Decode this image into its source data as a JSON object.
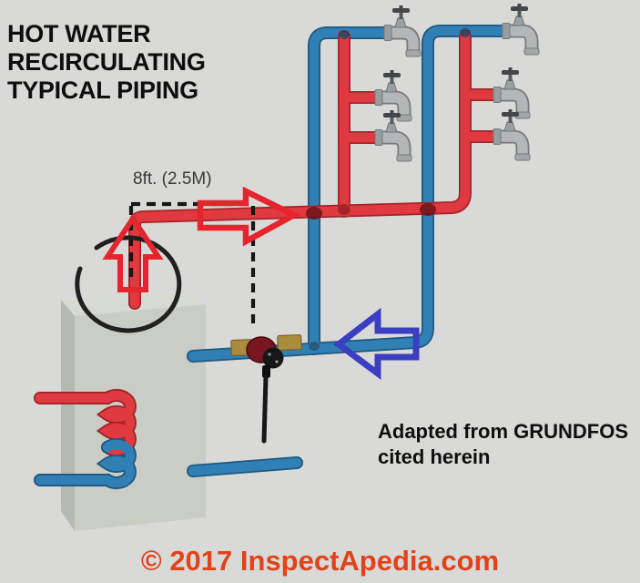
{
  "title": {
    "line1": "HOT WATER",
    "line2": "RECIRCULATING",
    "line3": "TYPICAL PIPING"
  },
  "annotations": {
    "distance_label": "8ft. (2.5M)",
    "attribution_line1": "Adapted from GRUNDFOS",
    "attribution_line2": "cited herein",
    "copyright": "© 2017 InspectApedia.com"
  },
  "colors": {
    "background": "#d9dad7",
    "hot_water_pipe": "#e03a40",
    "cold_water_pipe": "#3180b5",
    "hot_flow_arrow": "#e5242e",
    "return_flow_arrow": "#3a3ec0",
    "dashed_dimension_line": "#161616",
    "copyright_text": "#e2421a",
    "heater_body": "#c9cdc5",
    "pump_body": "#7a1620",
    "brass_fitting": "#ab8c3d",
    "faucet_gray": "#b3b7b9"
  },
  "icons": {
    "faucet_count": 6,
    "items": [
      {
        "name": "faucet-icon",
        "meaning": "wall faucet tap on pipe branch"
      },
      {
        "name": "circulator-pump-icon",
        "meaning": "recirculating pump with power cord on return line"
      },
      {
        "name": "heat-exchanger-coil-icon",
        "meaning": "heating coil at water heater, hot top / cold bottom"
      },
      {
        "name": "hot-flow-up-arrow-icon",
        "meaning": "hot water flow up out of heater"
      },
      {
        "name": "hot-flow-right-arrow-icon",
        "meaning": "hot supply flow direction right"
      },
      {
        "name": "return-flow-left-arrow-icon",
        "meaning": "cooled return flow direction left toward pump"
      },
      {
        "name": "heater-outlet-callout-circle",
        "meaning": "emphasis circle at heater hot outlet"
      }
    ]
  }
}
